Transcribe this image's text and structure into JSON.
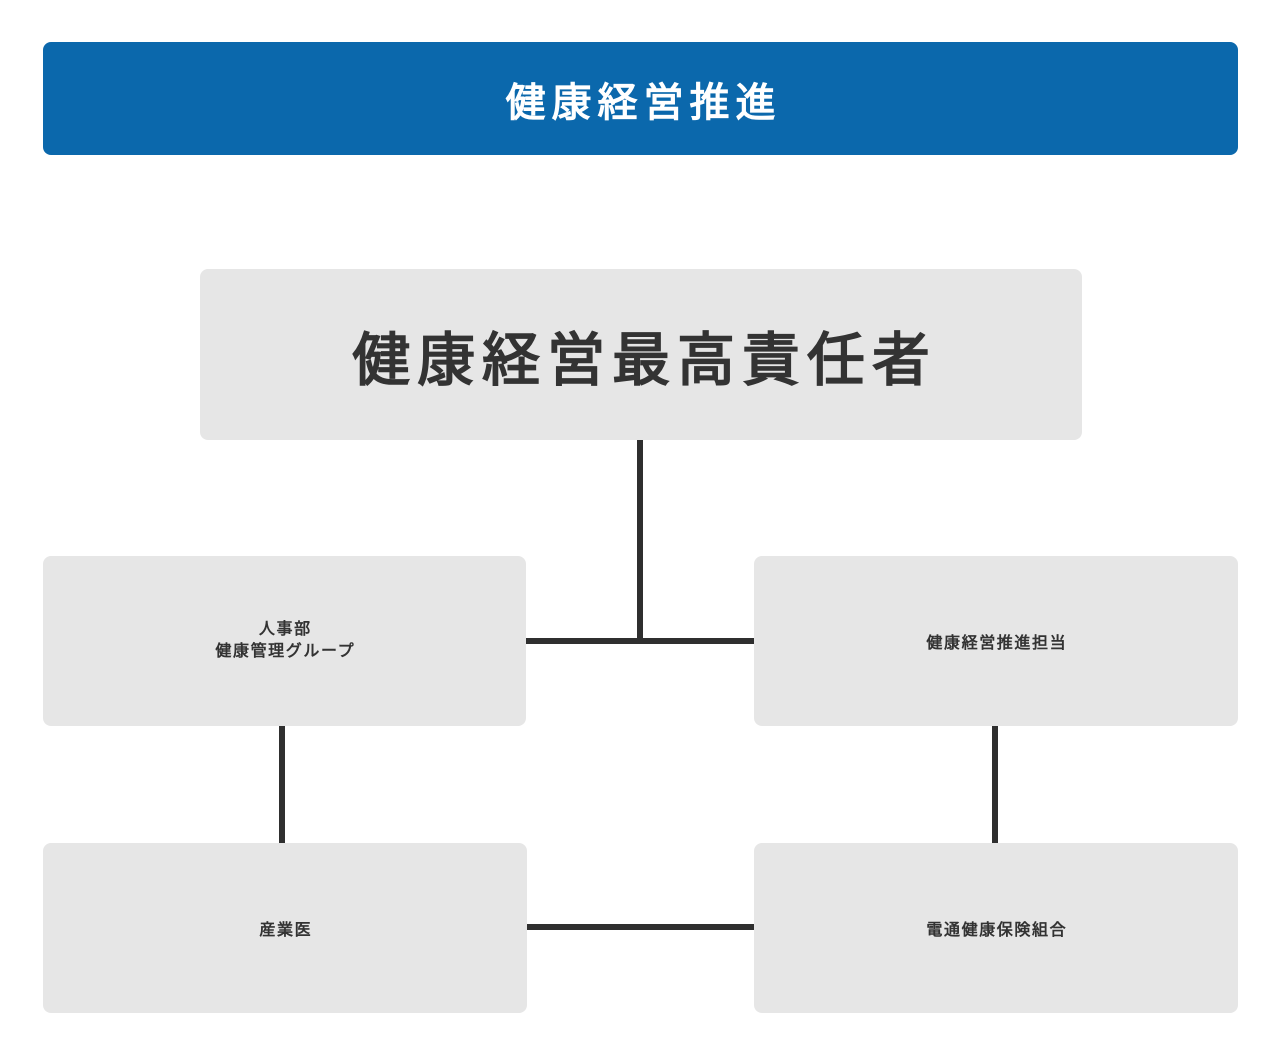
{
  "header": {
    "title": "健康経営推進"
  },
  "org_chart": {
    "nodes": {
      "chief": {
        "label": "健康経営最高責任者"
      },
      "hr": {
        "label_line1": "人事部",
        "label_line2": "健康管理グループ"
      },
      "promotion": {
        "label": "健康経営推進担当"
      },
      "physician": {
        "label": "産業医"
      },
      "insurance": {
        "label": "電通健康保険組合"
      }
    },
    "edges": [
      {
        "from": "chief",
        "to": "hr"
      },
      {
        "from": "chief",
        "to": "promotion"
      },
      {
        "from": "hr",
        "to": "physician"
      },
      {
        "from": "promotion",
        "to": "insurance"
      },
      {
        "from": "physician",
        "to": "insurance"
      }
    ]
  },
  "colors": {
    "header_bg": "#0b68ac",
    "node_bg": "#e6e6e6",
    "text": "#333333",
    "connector": "#2f2f2f",
    "background": "#ffffff"
  }
}
